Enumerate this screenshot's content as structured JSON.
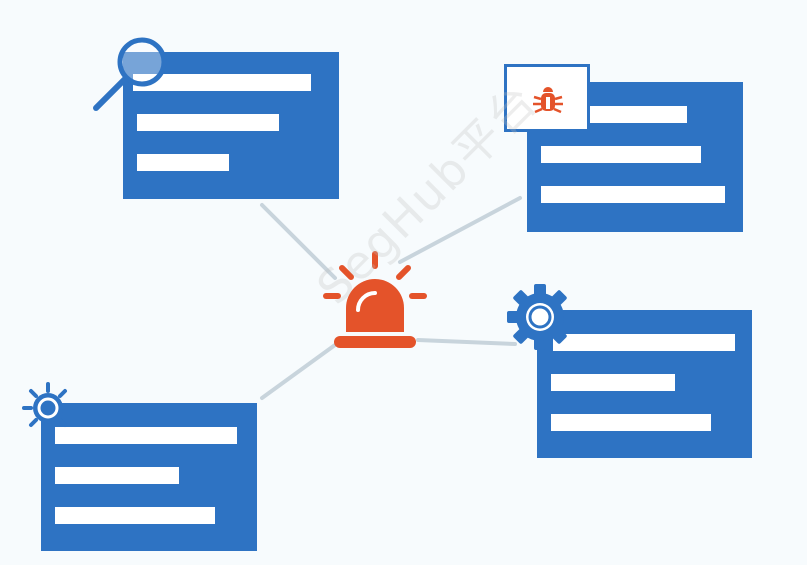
{
  "colors": {
    "background": "#f7fbfd",
    "card": "#2e73c3",
    "bar": "#ffffff",
    "connector": "#c8d4dc",
    "alarm": "#e4532a",
    "bug_box_border": "#2e73c3",
    "bug": "#e4532a"
  },
  "cards": [
    {
      "id": "top-left",
      "icon": "magnifier-icon",
      "bars": 3
    },
    {
      "id": "top-right",
      "icon": "bug-icon",
      "bars": 3
    },
    {
      "id": "bottom-left",
      "icon": "gear-icon",
      "bars": 3
    },
    {
      "id": "bottom-right",
      "icon": "gear-icon",
      "bars": 3
    }
  ],
  "center_icon": "alarm-siren-icon",
  "watermark": "SegHub平台"
}
